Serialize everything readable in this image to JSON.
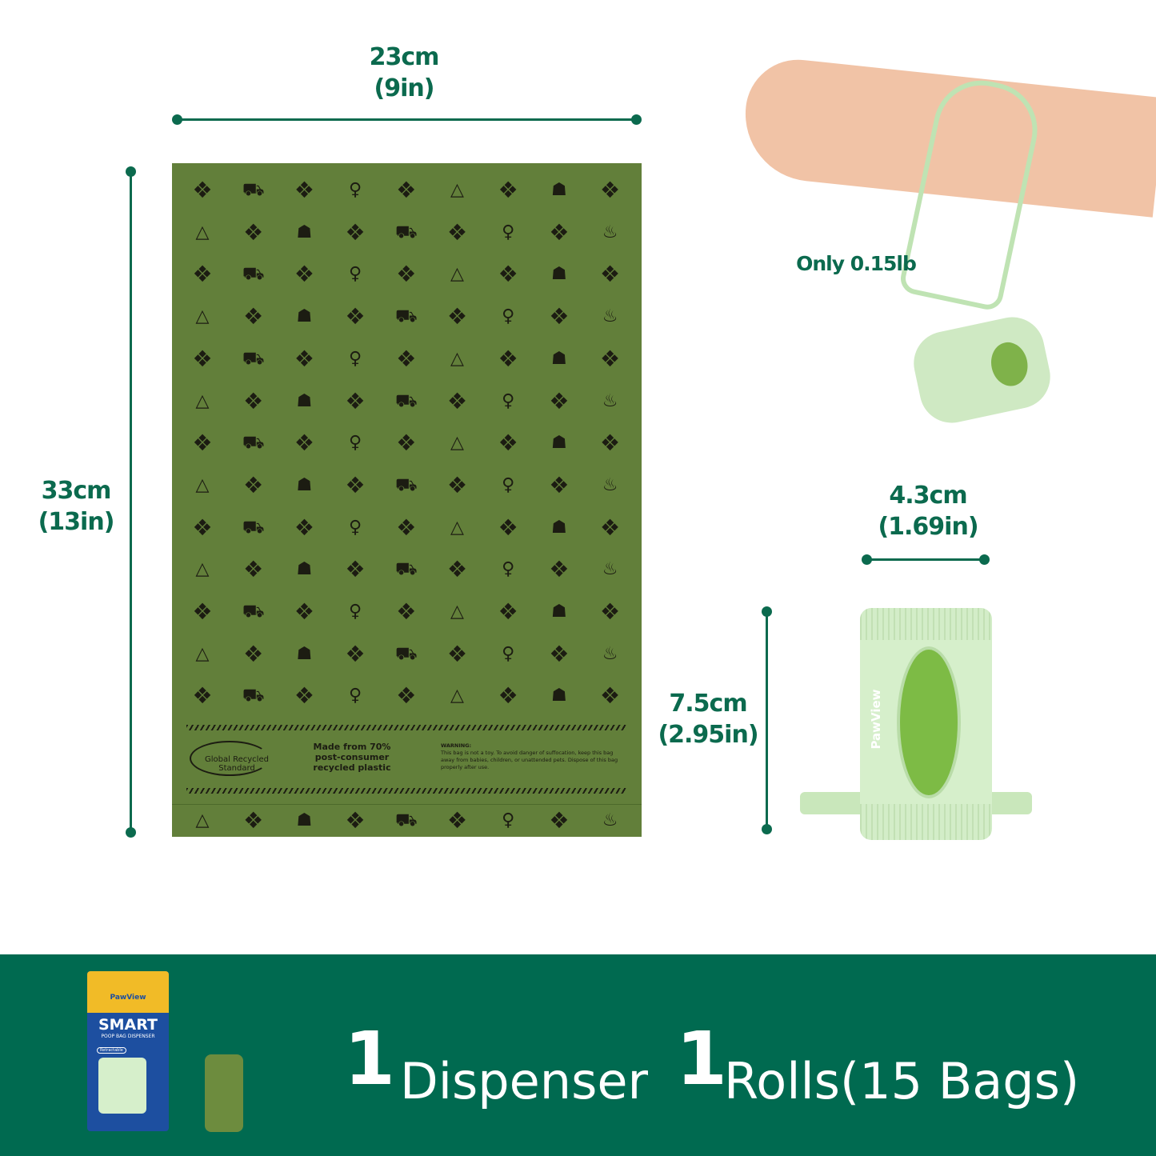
{
  "dimensions": {
    "bag_width": {
      "cm": "23cm",
      "in": "(9in)"
    },
    "bag_height": {
      "cm": "33cm",
      "in": "(13in)"
    },
    "dispenser_width": {
      "cm": "4.3cm",
      "in": "(1.69in)"
    },
    "dispenser_height": {
      "cm": "7.5cm",
      "in": "(2.95in)"
    }
  },
  "weight_label": "Only 0.15lb",
  "bag": {
    "color": "#627f3a",
    "pattern_rows": [
      [
        "paw",
        "car",
        "paw",
        "pacifier",
        "paw",
        "tent",
        "paw",
        "dog",
        "paw"
      ],
      [
        "tent",
        "paw",
        "dog",
        "paw",
        "car",
        "paw",
        "pacifier",
        "paw",
        "campfire"
      ]
    ],
    "bottom_row": [
      "tent",
      "paw",
      "dog",
      "paw",
      "car",
      "paw",
      "pacifier",
      "paw",
      "campfire"
    ],
    "grs_logo": "Global Recycled Standard",
    "recycled_text": [
      "Made from 70%",
      "post-consumer",
      "recycled plastic"
    ],
    "warning_title": "WARNING:",
    "warning_text": "This bag is not a toy. To avoid danger of suffocation, keep this bag away from babies, children, or unattended pets. Dispose of this bag properly after use."
  },
  "dispenser_brand": "PawView",
  "package": {
    "brand": "PawView",
    "title": "SMART",
    "subtitle": "POOP BAG DISPENSER",
    "badge": "Retractable"
  },
  "contents": {
    "qty1": "1",
    "item1": "Dispenser",
    "qty2": "1",
    "item2": "Rolls(15 Bags)"
  },
  "colors": {
    "brand_green": "#0b6a4e",
    "banner": "#006a50",
    "dispenser": "#cdeac0"
  }
}
